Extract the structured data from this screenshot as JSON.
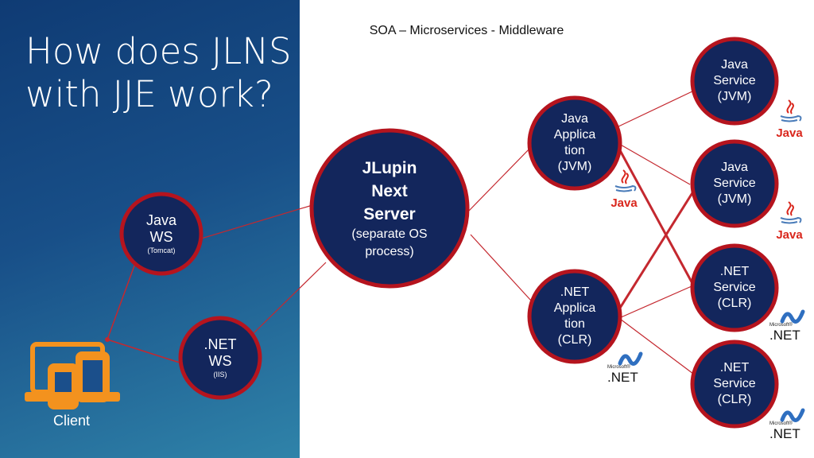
{
  "slide": {
    "title": "How does JLNS with JJE work?",
    "subtitle": "SOA – Microservices - Middleware"
  },
  "client": {
    "label": "Client"
  },
  "nodes": {
    "java_ws": {
      "line1": "Java",
      "line2": "WS",
      "line3": "(Tomcat)"
    },
    "net_ws": {
      "line1": ".NET",
      "line2": "WS",
      "line3": "(IIS)"
    },
    "jlupin": {
      "line1": "JLupin",
      "line2": "Next",
      "line3": "Server",
      "line4": "(separate OS",
      "line5": "process)"
    },
    "java_app": {
      "line1": "Java",
      "line2": "Applica",
      "line3": "tion",
      "line4": "(JVM)"
    },
    "net_app": {
      "line1": ".NET",
      "line2": "Applica",
      "line3": "tion",
      "line4": "(CLR)"
    },
    "java_svc_1": {
      "line1": "Java",
      "line2": "Service",
      "line3": "(JVM)"
    },
    "java_svc_2": {
      "line1": "Java",
      "line2": "Service",
      "line3": "(JVM)"
    },
    "net_svc_1": {
      "line1": ".NET",
      "line2": "Service",
      "line3": "(CLR)"
    },
    "net_svc_2": {
      "line1": ".NET",
      "line2": "Service",
      "line3": "(CLR)"
    }
  },
  "logos": {
    "java_text": "Java",
    "net_small": "Microsoft®",
    "net_text": ".NET"
  },
  "colors": {
    "node_fill": "#13265c",
    "node_border": "#b5141e",
    "link": "#c4282f",
    "java_red": "#d9261c",
    "java_blue": "#4a7cb9"
  }
}
